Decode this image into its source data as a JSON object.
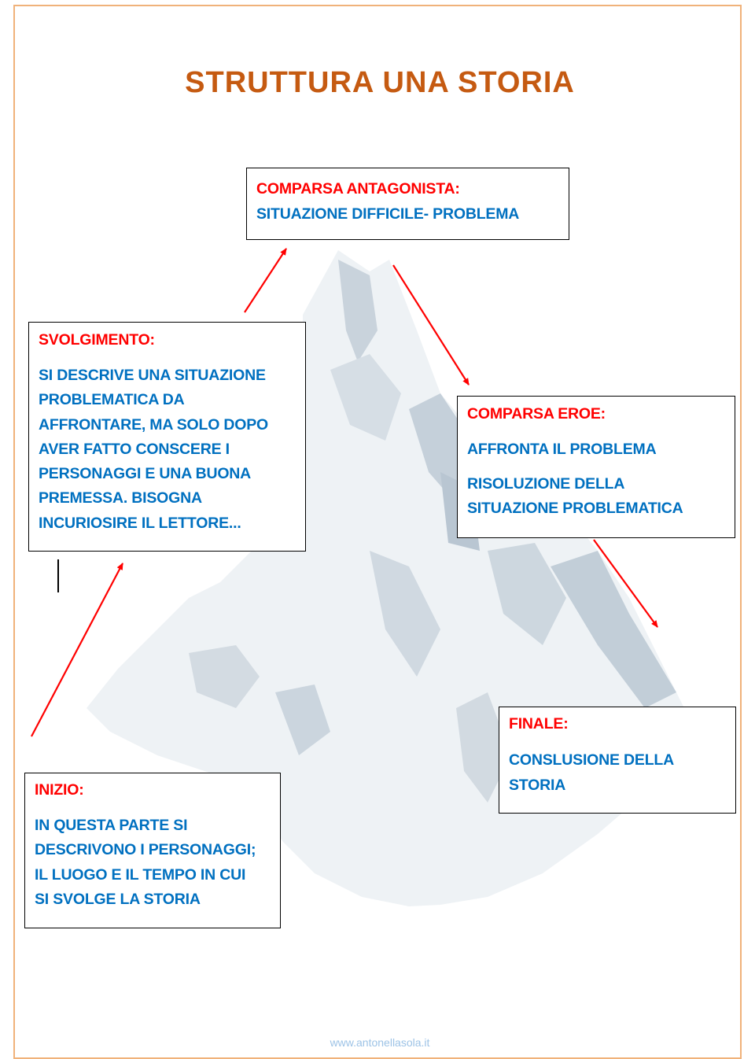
{
  "title": "STRUTTURA UNA STORIA",
  "boxes": {
    "antagonista": {
      "heading": "COMPARSA ANTAGONISTA:",
      "lines": [
        "SITUAZIONE DIFFICILE- PROBLEMA"
      ]
    },
    "svolgimento": {
      "heading": "SVOLGIMENTO:",
      "lines": [
        "SI DESCRIVE UNA SITUAZIONE",
        "PROBLEMATICA DA",
        "AFFRONTARE, MA SOLO DOPO",
        "AVER FATTO CONSCERE I",
        "PERSONAGGI E UNA BUONA",
        "PREMESSA. BISOGNA",
        "INCURIOSIRE IL LETTORE..."
      ]
    },
    "eroe": {
      "heading": "COMPARSA EROE:",
      "lines": [
        "AFFRONTA IL PROBLEMA",
        "RISOLUZIONE DELLA",
        "SITUAZIONE PROBLEMATICA"
      ]
    },
    "finale": {
      "heading": "FINALE:",
      "lines": [
        "CONSLUSIONE DELLA",
        "STORIA"
      ]
    },
    "inizio": {
      "heading": "INIZIO:",
      "lines": [
        "IN QUESTA PARTE SI",
        "DESCRIVONO I PERSONAGGI;",
        "IL LUOGO E IL TEMPO IN CUI",
        "SI SVOLGE LA STORIA"
      ]
    }
  },
  "footer": "www.antonellasola.it",
  "colors": {
    "title": "#c55a11",
    "heading": "#ff0000",
    "body_text": "#0070c0",
    "arrow": "#ff0000",
    "frame": "#f0b27a",
    "footer": "#9dc3e6"
  },
  "icons": {
    "background": "snowy-mountain-illustration",
    "connectors": "red-arrow"
  }
}
